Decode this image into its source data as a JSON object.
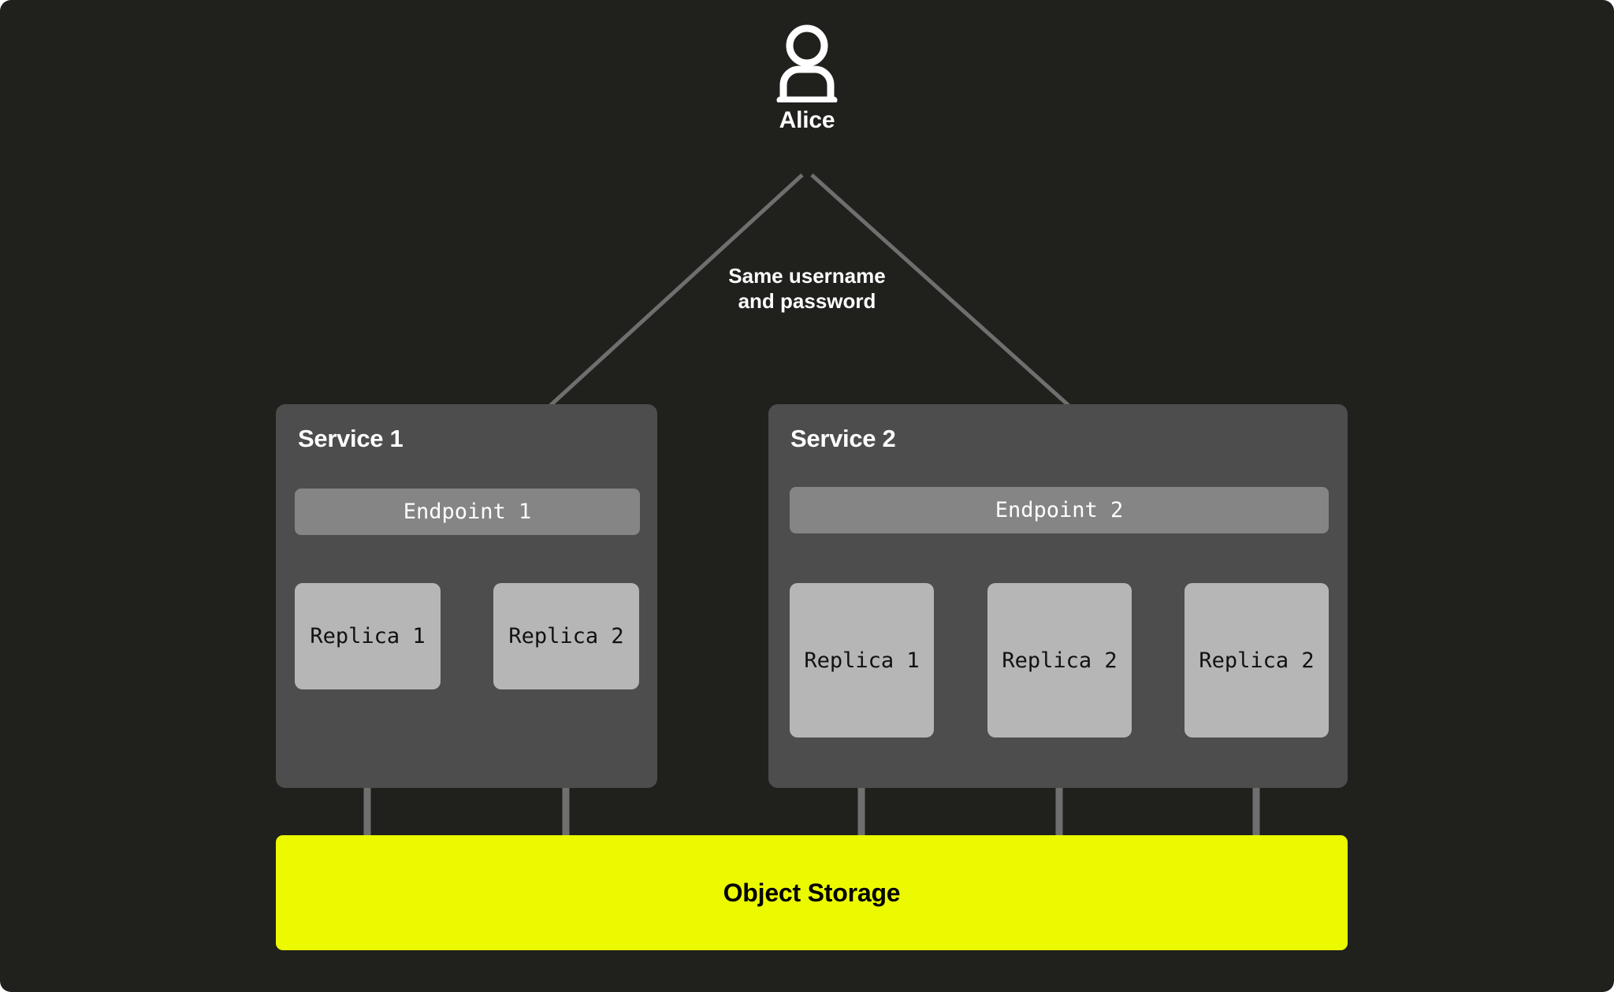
{
  "diagram": {
    "background_color": "#20211d",
    "actor": {
      "icon": "user-icon",
      "name": "Alice"
    },
    "edge_label": {
      "line1": "Same username",
      "line2": "and password"
    },
    "connector_color": "#6f6f6f",
    "services": [
      {
        "title": "Service 1",
        "panel_color": "#4d4d4d",
        "endpoint": {
          "label": "Endpoint 1",
          "color": "#858585"
        },
        "replicas": [
          {
            "label": "Replica 1"
          },
          {
            "label": "Replica 2"
          }
        ]
      },
      {
        "title": "Service 2",
        "panel_color": "#4d4d4d",
        "endpoint": {
          "label": "Endpoint 2",
          "color": "#858585"
        },
        "replicas": [
          {
            "label": "Replica 1"
          },
          {
            "label": "Replica 2"
          },
          {
            "label": "Replica 2"
          }
        ]
      }
    ],
    "storage": {
      "label": "Object Storage",
      "color": "#ecfa00",
      "text_color": "#000000"
    }
  }
}
